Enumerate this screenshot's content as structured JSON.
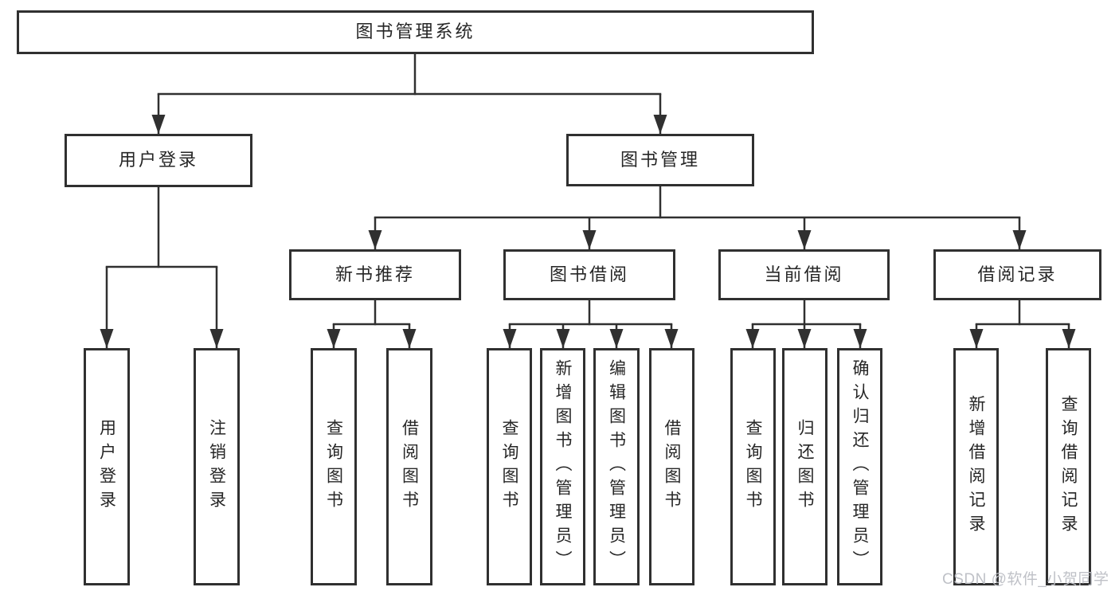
{
  "colors": {
    "background": "#ffffff",
    "line": "#303030",
    "box_border": "#303030",
    "text": "#262626",
    "watermark": "#bcbec4"
  },
  "watermark": {
    "text": "CSDN @软件_小贺同学"
  },
  "tree": {
    "label": "图书管理系统",
    "children": [
      {
        "label": "用户登录",
        "children": [
          {
            "label": "用户登录"
          },
          {
            "label": "注销登录"
          }
        ]
      },
      {
        "label": "图书管理",
        "children": [
          {
            "label": "新书推荐",
            "children": [
              {
                "label": "查询图书"
              },
              {
                "label": "借阅图书"
              }
            ]
          },
          {
            "label": "图书借阅",
            "children": [
              {
                "label": "查询图书"
              },
              {
                "label": "新增图书（管理员）"
              },
              {
                "label": "编辑图书（管理员）"
              },
              {
                "label": "借阅图书"
              }
            ]
          },
          {
            "label": "当前借阅",
            "children": [
              {
                "label": "查询图书"
              },
              {
                "label": "归还图书"
              },
              {
                "label": "确认归还（管理员）"
              }
            ]
          },
          {
            "label": "借阅记录",
            "children": [
              {
                "label": "新增借阅记录"
              },
              {
                "label": "查询借阅记录"
              }
            ]
          }
        ]
      }
    ]
  }
}
